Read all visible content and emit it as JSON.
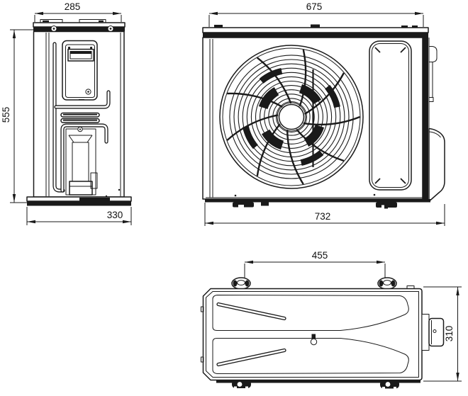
{
  "drawing": {
    "kind": "outdoor-unit-dimension-drawing",
    "background": "#ffffff",
    "line_color": "#1a1a1a",
    "views": {
      "side": {
        "name": "left-side-view",
        "dims": {
          "depth_top": "285",
          "height": "555",
          "depth_base": "330"
        }
      },
      "front": {
        "name": "front-view",
        "dims": {
          "cabinet_width": "675",
          "overall_width": "732"
        }
      },
      "top": {
        "name": "top-view",
        "dims": {
          "foot_pitch": "455",
          "depth": "310"
        }
      }
    }
  }
}
